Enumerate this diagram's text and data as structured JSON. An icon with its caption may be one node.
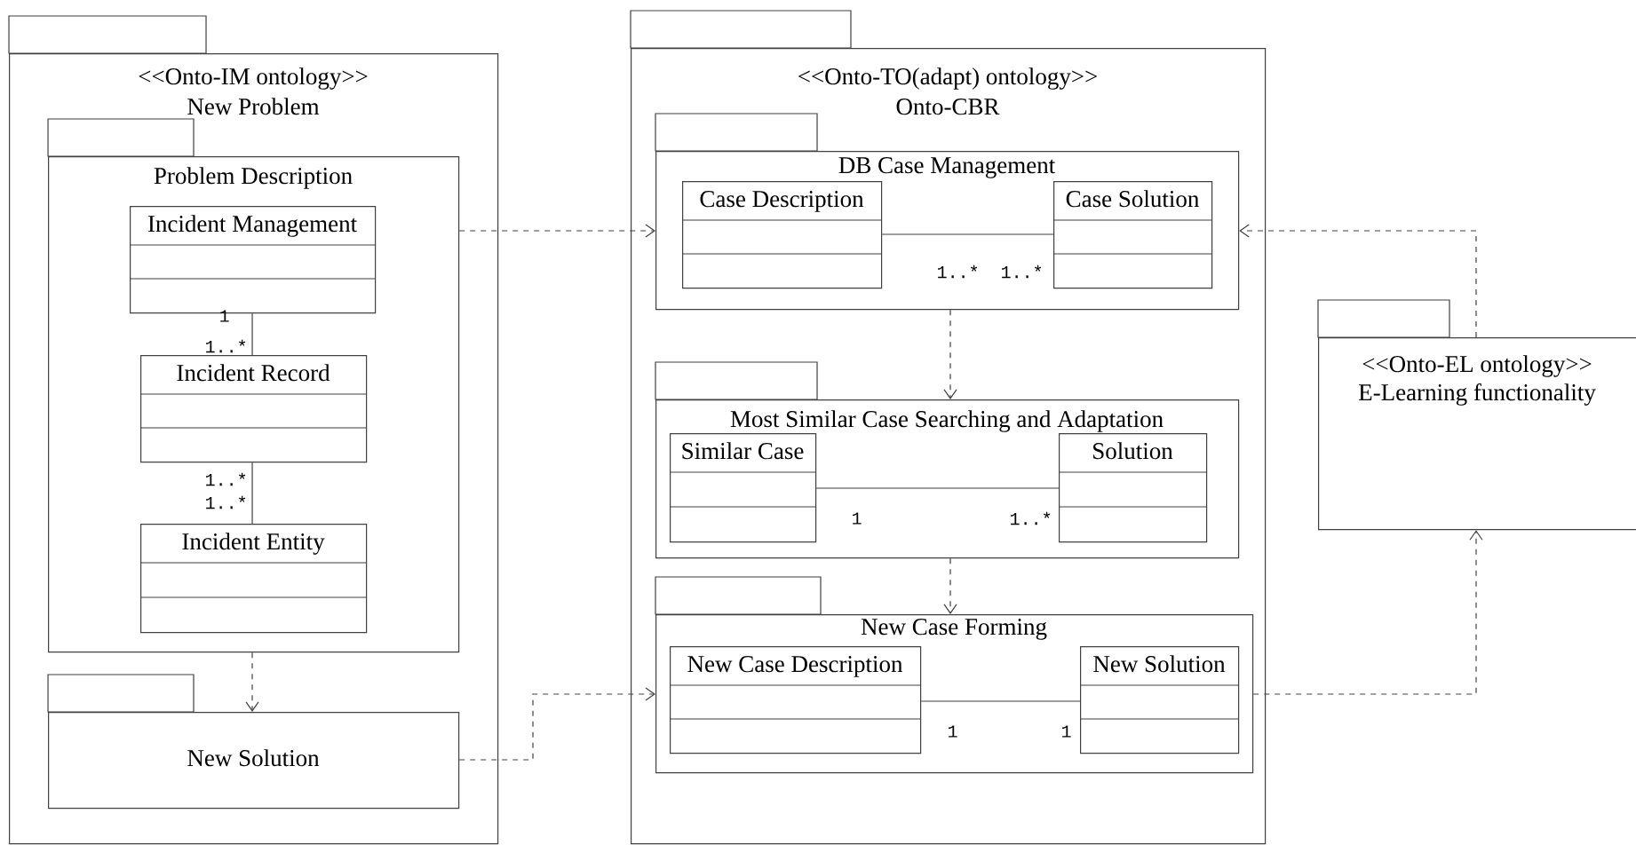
{
  "diagram": {
    "nodes": [
      {
        "text": [
          "<<Onto-IM ontology>>",
          "New Problem"
        ]
      },
      {
        "text": [
          "Problem Description"
        ],
        "in": 0
      },
      {
        "text": [
          "Incident Management"
        ],
        "in": 1
      },
      {
        "text": [
          "Incident Record"
        ],
        "in": 1
      },
      {
        "text": [
          "Incident Entity"
        ],
        "in": 1
      },
      {
        "text": [
          "New Solution"
        ],
        "in": 0
      },
      {
        "text": [
          "<<Onto-TO(adapt) ontology>>",
          "Onto-CBR"
        ]
      },
      {
        "text": [
          "DB Case Management"
        ],
        "in": 6
      },
      {
        "text": [
          "Case Description"
        ],
        "in": 7
      },
      {
        "text": [
          "Case Solution"
        ],
        "in": 7
      },
      {
        "text": [
          "Most Similar Case Searching and Adaptation"
        ],
        "in": 6
      },
      {
        "text": [
          "Similar Case"
        ],
        "in": 10
      },
      {
        "text": [
          "Solution"
        ],
        "in": 10
      },
      {
        "text": [
          "New Case Forming"
        ],
        "in": 6
      },
      {
        "text": [
          "New Case Description"
        ],
        "in": 13
      },
      {
        "text": [
          "New Solution"
        ],
        "in": 13
      },
      {
        "text": [
          "<<Onto-EL ontology>>",
          "E-Learning functionality"
        ]
      }
    ],
    "edges": [
      {
        "from": 2,
        "to": 3,
        "arrow": "none"
      },
      {
        "from": 3,
        "to": 4,
        "arrow": "none"
      },
      {
        "from": 1,
        "to": 5,
        "arrow": "to",
        "style": "dashed"
      },
      {
        "from": 1,
        "to": 7,
        "arrow": "to",
        "style": "dashed"
      },
      {
        "from": 8,
        "to": 9,
        "arrow": "none"
      },
      {
        "from": 7,
        "to": 10,
        "arrow": "to",
        "style": "dashed"
      },
      {
        "from": 11,
        "to": 12,
        "arrow": "none"
      },
      {
        "from": 10,
        "to": 13,
        "arrow": "to",
        "style": "dashed"
      },
      {
        "from": 14,
        "to": 15,
        "arrow": "none"
      },
      {
        "from": 5,
        "to": 13,
        "arrow": "to",
        "style": "dashed"
      },
      {
        "from": 16,
        "to": 7,
        "arrow": "to",
        "style": "dashed"
      },
      {
        "from": 13,
        "to": 16,
        "arrow": "to",
        "style": "dashed"
      }
    ],
    "labels": [
      "1",
      "1..*",
      "1..*",
      "1..*",
      "1..*",
      "1..*",
      "1",
      "1..*",
      "1",
      "1"
    ]
  }
}
